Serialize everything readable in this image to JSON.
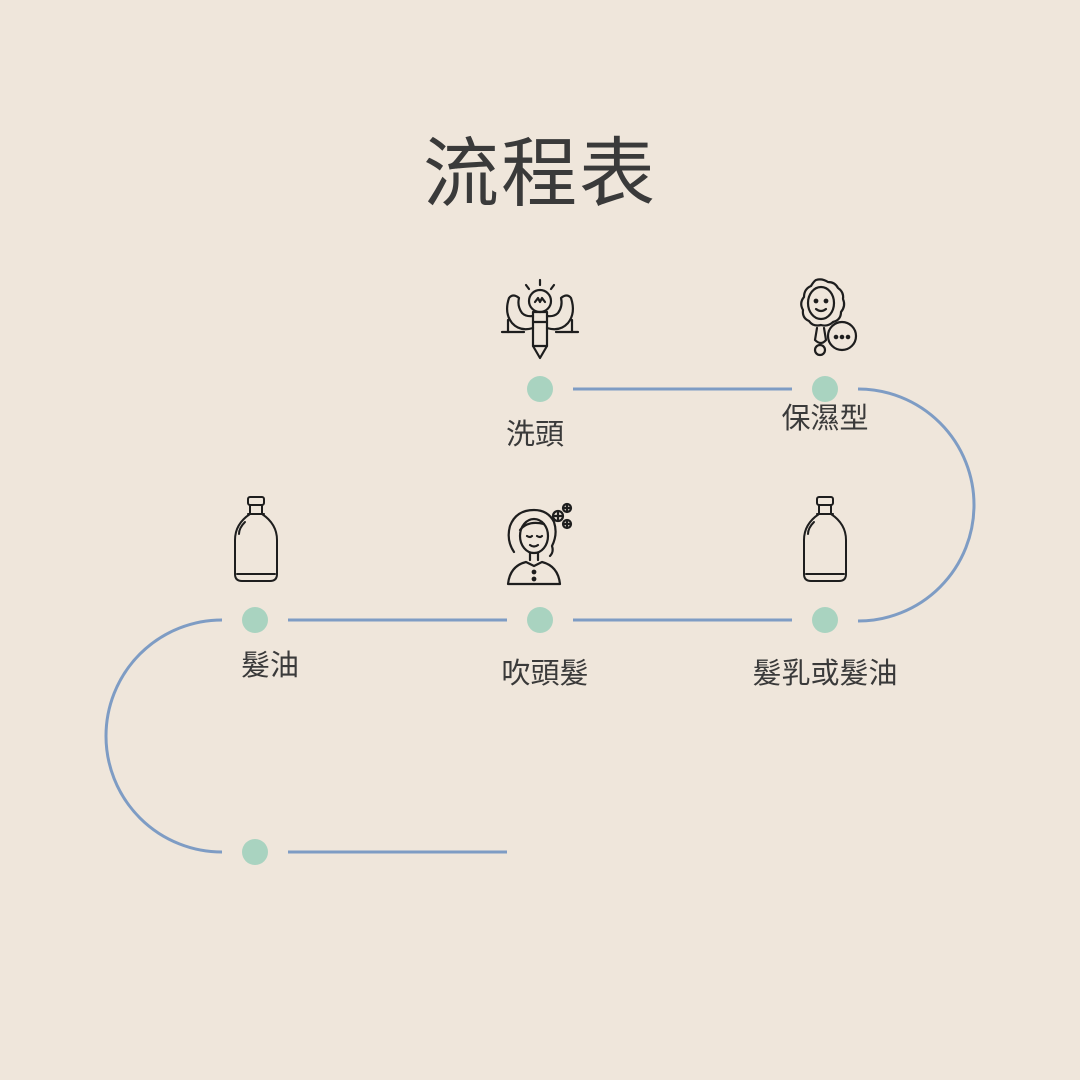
{
  "title": "流程表",
  "colors": {
    "background": "#efe6db",
    "line": "#7e9cc4",
    "dot": "#a9d3c0",
    "text": "#3a3a3a",
    "icon_stroke": "#1e1e1e"
  },
  "steps": [
    {
      "label": "洗頭",
      "icon": "idea-lightbulb-strong-arms-icon"
    },
    {
      "label": "保濕型",
      "icon": "hand-mirror-face-icon"
    },
    {
      "label": "髮乳或髮油",
      "icon": "bottle-icon"
    },
    {
      "label": "吹頭髮",
      "icon": "happy-woman-hair-icon"
    },
    {
      "label": "髮油",
      "icon": "bottle-icon"
    },
    {
      "label": "",
      "icon": ""
    }
  ]
}
